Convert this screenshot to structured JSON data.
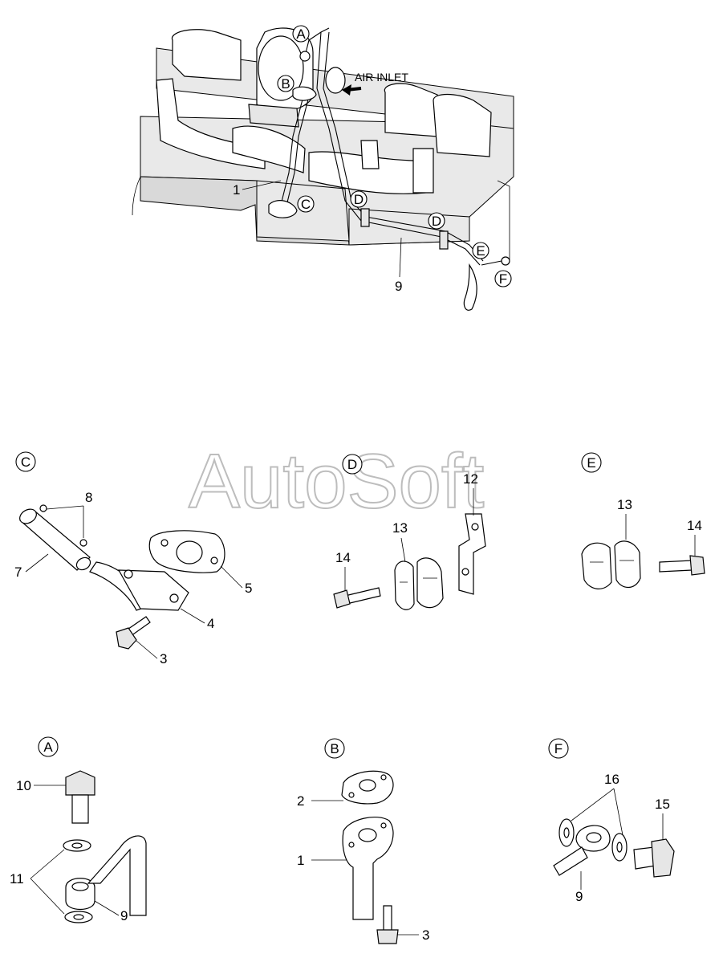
{
  "watermark": "AutoSoft",
  "overview": {
    "air_inlet_label": "AIR INLET",
    "callouts": {
      "A": "A",
      "B": "B",
      "C": "C",
      "D1": "D",
      "D2": "D",
      "E": "E",
      "F": "F"
    },
    "parts": {
      "p1": "1",
      "p9": "9"
    }
  },
  "detail_C": {
    "title": "C",
    "parts": {
      "p8": "8",
      "p7": "7",
      "p5": "5",
      "p4": "4",
      "p3": "3"
    }
  },
  "detail_D": {
    "title": "D",
    "parts": {
      "p12": "12",
      "p13": "13",
      "p14": "14"
    }
  },
  "detail_E": {
    "title": "E",
    "parts": {
      "p13": "13",
      "p14": "14"
    }
  },
  "detail_A": {
    "title": "A",
    "parts": {
      "p10": "10",
      "p11": "11",
      "p9": "9"
    }
  },
  "detail_B": {
    "title": "B",
    "parts": {
      "p2": "2",
      "p1": "1",
      "p3": "3"
    }
  },
  "detail_F": {
    "title": "F",
    "parts": {
      "p16": "16",
      "p15": "15",
      "p9": "9"
    }
  }
}
